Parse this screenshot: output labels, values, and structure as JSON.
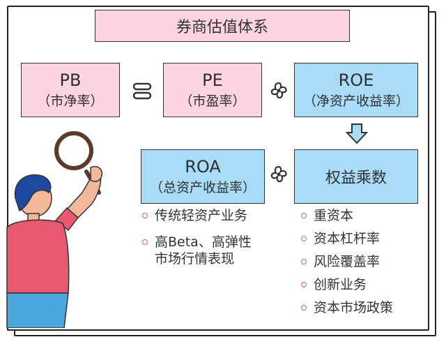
{
  "title": "券商估值体系",
  "nodes": {
    "pb": {
      "main": "PB",
      "sub": "（市净率）"
    },
    "pe": {
      "main": "PE",
      "sub": "（市盈率）"
    },
    "roe": {
      "main": "ROE",
      "sub": "（净资产收益率）"
    },
    "roa": {
      "main": "ROA",
      "sub": "（总资产收益率）"
    },
    "leverage": {
      "label": "权益乘数"
    }
  },
  "roa_points": [
    "传统轻资产业务",
    "高Beta、高弹性",
    "市场行情表现"
  ],
  "leverage_points": [
    "重资本",
    "资本杠杆率",
    "风险覆盖率",
    "创新业务",
    "资本市场政策"
  ],
  "colors": {
    "pink": "#fcd5e1",
    "blue": "#a9dcf7",
    "bullet": "#e0578a"
  }
}
